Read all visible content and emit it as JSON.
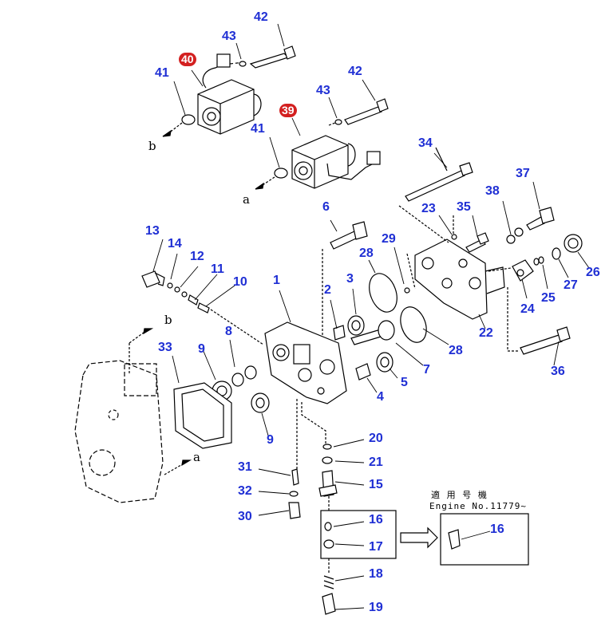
{
  "callouts": [
    {
      "id": "42a",
      "text": "42"
    },
    {
      "id": "43a",
      "text": "43"
    },
    {
      "id": "40",
      "text": "40",
      "highlight": true
    },
    {
      "id": "41a",
      "text": "41"
    },
    {
      "id": "42b",
      "text": "42"
    },
    {
      "id": "43b",
      "text": "43"
    },
    {
      "id": "39",
      "text": "39",
      "highlight": true
    },
    {
      "id": "41b",
      "text": "41"
    },
    {
      "id": "34",
      "text": "34"
    },
    {
      "id": "37",
      "text": "37"
    },
    {
      "id": "38",
      "text": "38"
    },
    {
      "id": "23",
      "text": "23"
    },
    {
      "id": "35",
      "text": "35"
    },
    {
      "id": "6",
      "text": "6"
    },
    {
      "id": "13",
      "text": "13"
    },
    {
      "id": "14",
      "text": "14"
    },
    {
      "id": "12",
      "text": "12"
    },
    {
      "id": "11",
      "text": "11"
    },
    {
      "id": "10",
      "text": "10"
    },
    {
      "id": "1",
      "text": "1"
    },
    {
      "id": "28a",
      "text": "28"
    },
    {
      "id": "29",
      "text": "29"
    },
    {
      "id": "26",
      "text": "26"
    },
    {
      "id": "27",
      "text": "27"
    },
    {
      "id": "25",
      "text": "25"
    },
    {
      "id": "24",
      "text": "24"
    },
    {
      "id": "2",
      "text": "2"
    },
    {
      "id": "3",
      "text": "3"
    },
    {
      "id": "22",
      "text": "22"
    },
    {
      "id": "28b",
      "text": "28"
    },
    {
      "id": "33",
      "text": "33"
    },
    {
      "id": "8",
      "text": "8"
    },
    {
      "id": "9a",
      "text": "9"
    },
    {
      "id": "7",
      "text": "7"
    },
    {
      "id": "36",
      "text": "36"
    },
    {
      "id": "5",
      "text": "5"
    },
    {
      "id": "4",
      "text": "4"
    },
    {
      "id": "9b",
      "text": "9"
    },
    {
      "id": "20",
      "text": "20"
    },
    {
      "id": "21",
      "text": "21"
    },
    {
      "id": "15",
      "text": "15"
    },
    {
      "id": "31",
      "text": "31"
    },
    {
      "id": "32",
      "text": "32"
    },
    {
      "id": "30",
      "text": "30"
    },
    {
      "id": "16a",
      "text": "16"
    },
    {
      "id": "16b",
      "text": "16"
    },
    {
      "id": "17",
      "text": "17"
    },
    {
      "id": "18",
      "text": "18"
    },
    {
      "id": "19",
      "text": "19"
    }
  ],
  "reference_letters": [
    {
      "id": "b1",
      "text": "b"
    },
    {
      "id": "a1",
      "text": "a"
    },
    {
      "id": "b2",
      "text": "b"
    },
    {
      "id": "a2",
      "text": "a"
    }
  ],
  "notes": {
    "applicable_serial_label": "適 用 号 機",
    "engine_serial_text": "Engine No.11779~"
  },
  "colors": {
    "callout": "#1f2fd4",
    "highlight": "#d32020",
    "linework": "#000000"
  }
}
